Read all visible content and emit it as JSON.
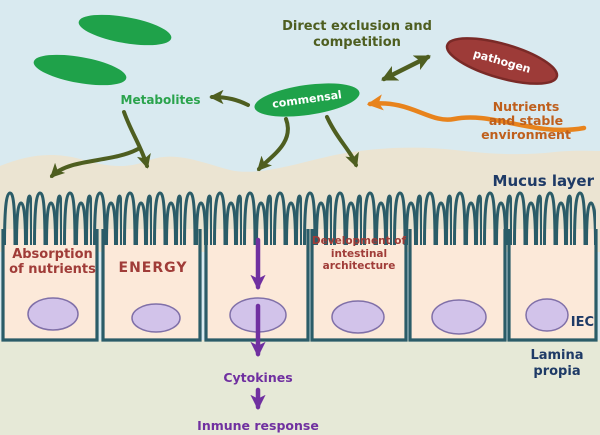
{
  "diagram": {
    "labels": {
      "direct_exclusion_line1": "Direct exclusion and",
      "direct_exclusion_line2": "competition",
      "metabolites": "Metabolites",
      "commensal": "commensal",
      "pathogen": "pathogen",
      "nutrients_line1": "Nutrients",
      "nutrients_line2": "and stable",
      "nutrients_line3": "environment",
      "mucus_layer": "Mucus layer",
      "cell1_line1": "Absorption",
      "cell1_line2": "of nutrients",
      "cell2": "ENERGY",
      "cell4_line1": "Development of",
      "cell4_line2": "intestinal",
      "cell4_line3": "architecture",
      "cytokines": "Cytokines",
      "immune_response": "Inmune response",
      "iec": "IEC",
      "lamina_line1": "Lamina",
      "lamina_line2": "propia"
    },
    "colors": {
      "sky_blue": "#d9eaf0",
      "mucus_beige": "#ebe4d2",
      "cell_peach": "#fce9d9",
      "lamina_sage": "#e6e9d7",
      "membrane_teal": "#2b5c68",
      "bacteria_green": "#1fa24a",
      "pathogen_red": "#9d3b38",
      "pathogen_border": "#7a2a27",
      "arrow_olive": "#4e5e20",
      "arrow_orange": "#e8831c",
      "arrow_purple": "#7030a0",
      "text_red": "#a03c38",
      "text_navy": "#1e3a66",
      "text_orange": "#bf5f1c",
      "text_green": "#2aa34c",
      "nucleus_fill": "#d2c3ea",
      "nucleus_border": "#8070a8"
    }
  }
}
